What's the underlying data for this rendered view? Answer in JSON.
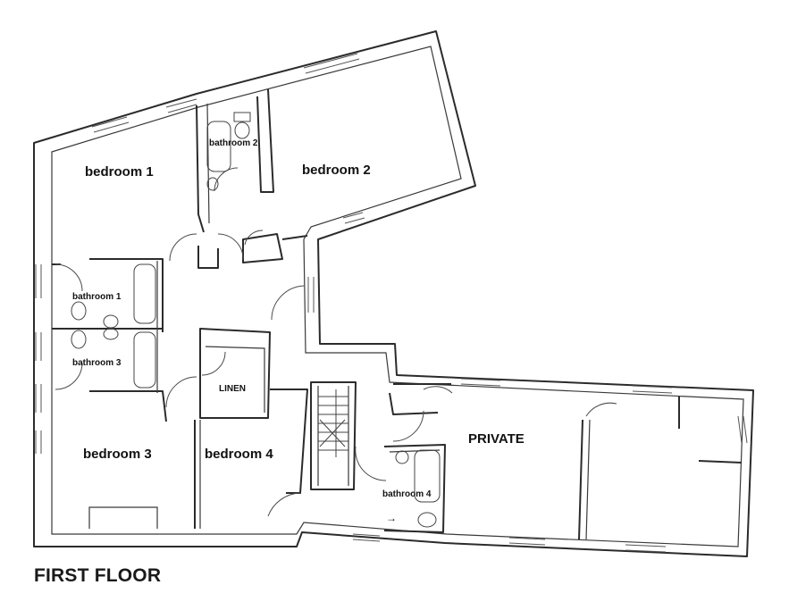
{
  "plan": {
    "title": "FIRST FLOOR",
    "rooms": {
      "bedroom1": "bedroom 1",
      "bedroom2": "bedroom 2",
      "bedroom3": "bedroom 3",
      "bedroom4": "bedroom 4",
      "bathroom1": "bathroom 1",
      "bathroom2": "bathroom 2",
      "bathroom3": "bathroom 3",
      "bathroom4": "bathroom 4",
      "linen": "LINEN",
      "private": "PRIVATE"
    },
    "arrow_glyph": "→"
  }
}
